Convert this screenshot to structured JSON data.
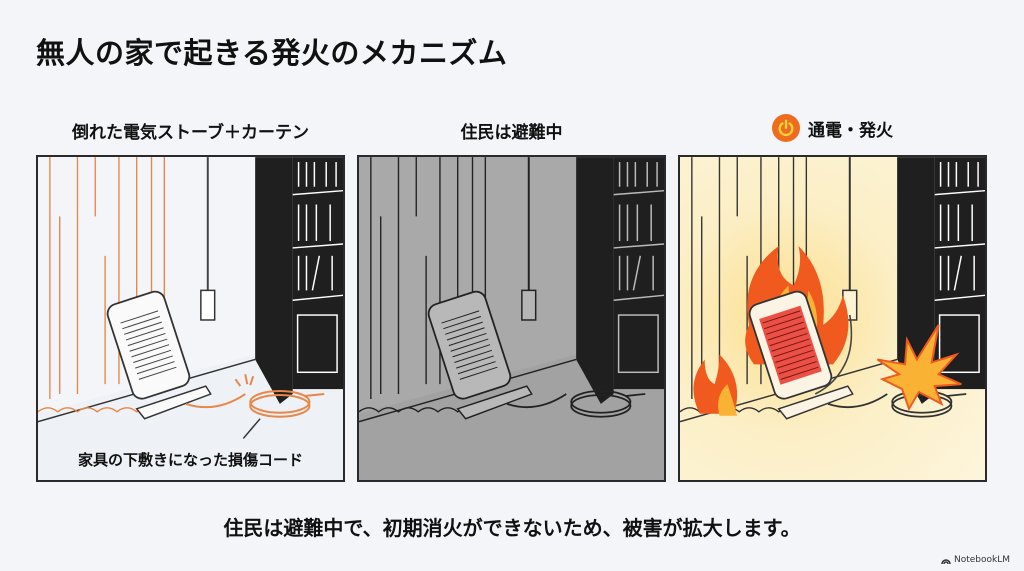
{
  "title": "無人の家で起きる発火のメカニズム",
  "panels": [
    {
      "caption": "倒れた電気ストーブ＋カーテン",
      "note": "家具の下敷きになった損傷コード",
      "background": "#f3f5f8",
      "accent": "#e8874a"
    },
    {
      "caption": "住民は避難中",
      "background": "#a9a9a9",
      "accent": "#222222"
    },
    {
      "caption": "通電・発火",
      "icon": "power-icon",
      "background": "#fbefc4",
      "accent": "#f05a1e"
    }
  ],
  "footer": "住民は避難中で、初期消火ができないため、被害が拡大します。",
  "brand": "NotebookLM",
  "colors": {
    "power_icon_bg": "#ee6c1e",
    "power_icon_fg": "#f7d23a",
    "fire_outer": "#f05a1e",
    "fire_inner": "#f9b233",
    "heater_glow": "#e8322a"
  }
}
